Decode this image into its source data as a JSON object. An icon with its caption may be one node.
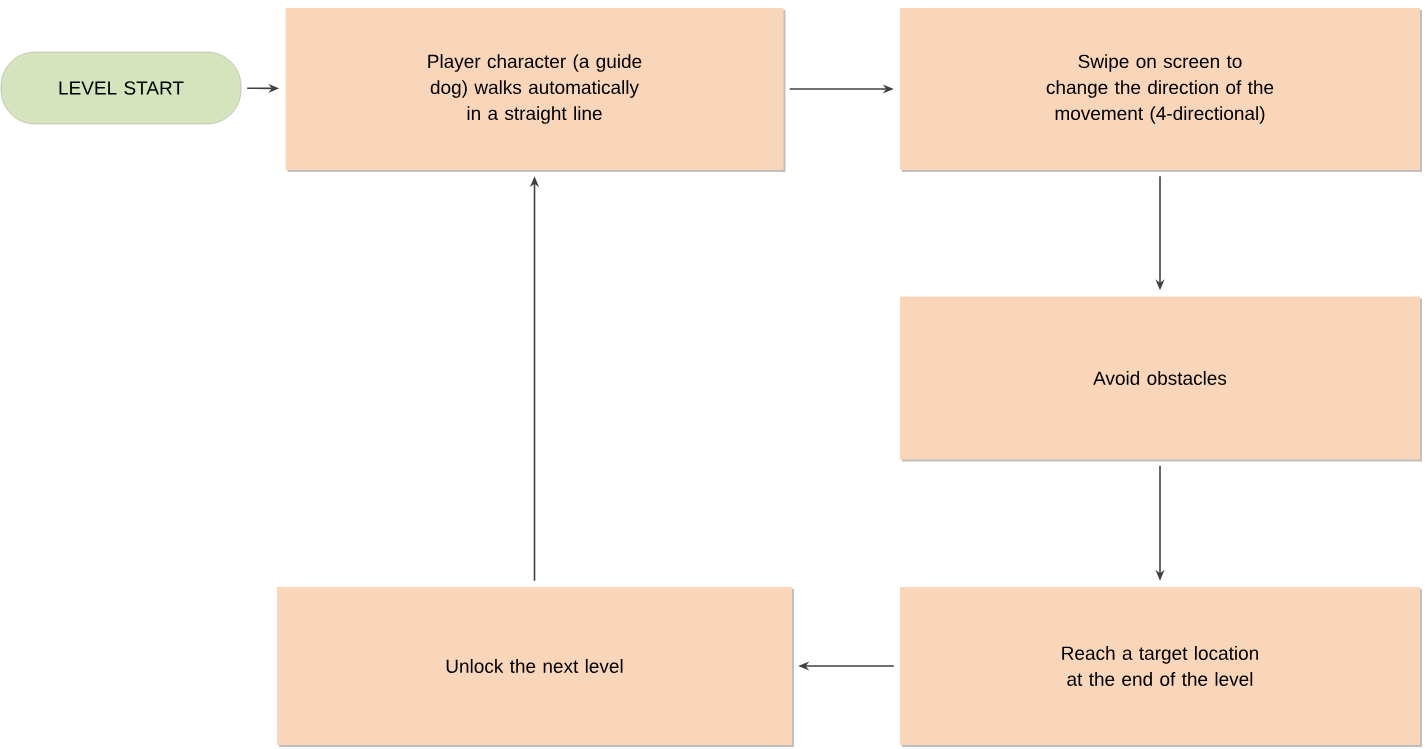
{
  "diagram": {
    "nodes": [
      {
        "text": [
          "LEVEL START"
        ]
      },
      {
        "text": [
          "Player character (a guide dog) walks automatically in a straight line"
        ]
      },
      {
        "text": [
          "Swipe on screen to change the direction of the movement (4-directional)"
        ]
      },
      {
        "text": [
          "Avoid obstacles"
        ]
      },
      {
        "text": [
          "Reach a target location at the end of the level"
        ]
      },
      {
        "text": [
          "Unlock the next level"
        ]
      }
    ],
    "edges": [
      {
        "from": 0,
        "to": 1,
        "arrow": "to"
      },
      {
        "from": 1,
        "to": 2,
        "arrow": "to"
      },
      {
        "from": 2,
        "to": 3,
        "arrow": "to"
      },
      {
        "from": 3,
        "to": 4,
        "arrow": "to"
      },
      {
        "from": 4,
        "to": 5,
        "arrow": "to"
      },
      {
        "from": 5,
        "to": 1,
        "arrow": "to"
      }
    ]
  }
}
